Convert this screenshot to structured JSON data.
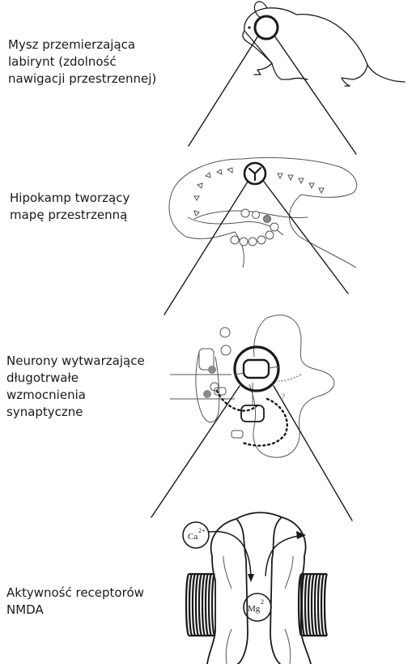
{
  "labels": {
    "mouse": [
      "Mysz przemierzająca",
      "labirynt (zdolność",
      "nawigacji przestrzennej)"
    ],
    "hippocampus": [
      "Hipokamp tworzący",
      "mapę przestrzenną"
    ],
    "neurons": [
      "Neurony wytwarzające",
      "długotrwałe",
      "wzmocnienia",
      "synaptyczne"
    ],
    "nmda": [
      "Aktywność receptorów",
      "NMDA"
    ]
  },
  "ions": {
    "calcium": "Ca",
    "calcium_charge": "2+",
    "magnesium": "Mg",
    "magnesium_charge": "2"
  },
  "colors": {
    "ink": "#1a1a1a",
    "gray_dot": "#8a8a8a",
    "background": "#ffffff"
  }
}
